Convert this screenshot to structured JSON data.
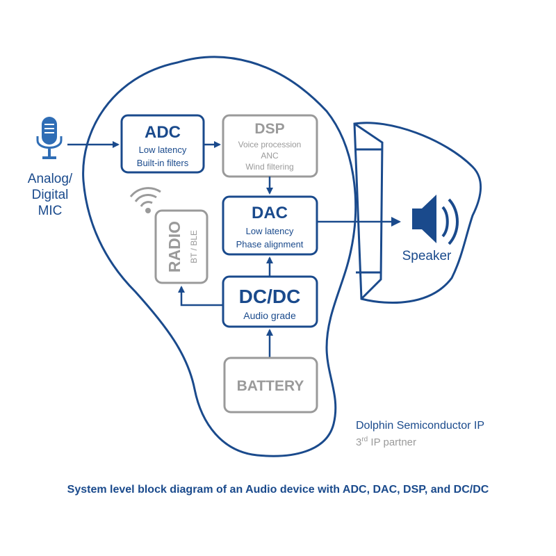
{
  "colors": {
    "primary_blue": "#1a4a8c",
    "partner_grey": "#9a9a9a",
    "mic_blue": "#2f6db5"
  },
  "mic": {
    "icon": "microphone-icon",
    "label_line1": "Analog/",
    "label_line2": "Digital",
    "label_line3": "MIC"
  },
  "blocks": {
    "adc": {
      "title": "ADC",
      "line1": "Low latency",
      "line2": "Built-in filters"
    },
    "dsp": {
      "title": "DSP",
      "line1": "Voice procession",
      "line2": "ANC",
      "line3": "Wind filtering"
    },
    "dac": {
      "title": "DAC",
      "line1": "Low latency",
      "line2": "Phase alignment"
    },
    "radio": {
      "title": "RADIO",
      "subtitle": "BT / BLE",
      "icon": "wireless-signal-icon"
    },
    "dcdc": {
      "title": "DC/DC",
      "line1": "Audio grade"
    },
    "battery": {
      "title": "BATTERY"
    }
  },
  "speaker": {
    "icon": "speaker-icon",
    "label": "Speaker"
  },
  "legend": {
    "dolphin": "Dolphin Semiconductor IP",
    "partner_prefix": "3",
    "partner_superscript": "rd",
    "partner_suffix": " IP partner"
  },
  "caption": "System level block diagram of an Audio device with ADC, DAC, DSP, and DC/DC"
}
